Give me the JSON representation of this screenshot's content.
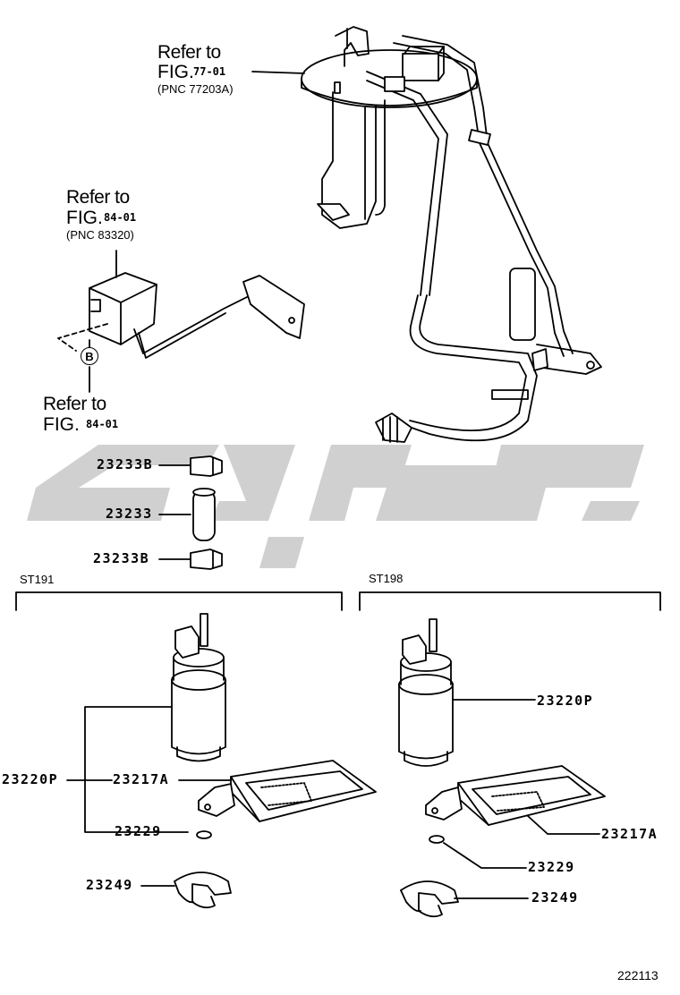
{
  "refs": {
    "top": {
      "refer": "Refer to",
      "fig": "FIG.",
      "fig_num": "77-01",
      "pnc": "(PNC 77203A)"
    },
    "sender": {
      "refer": "Refer to",
      "fig": "FIG.",
      "fig_num": "84-01",
      "pnc": "(PNC 83320)"
    },
    "b_ref": {
      "refer": "Refer to",
      "fig": "FIG.",
      "fig_num": "84-01"
    }
  },
  "circle_label": "B",
  "parts": {
    "clamp_top": "23233B",
    "hose": "23233",
    "clamp_bottom": "23233B",
    "pump_left": "23220P",
    "filter_left": "23217A",
    "washer_left": "23229",
    "cushion_left": "23249",
    "pump_right": "23220P",
    "filter_right": "23217A",
    "washer_right": "23229",
    "cushion_right": "23249"
  },
  "variants": {
    "left": "ST191",
    "right": "ST198"
  },
  "catalog_id": "222113",
  "colors": {
    "line": "#000000",
    "watermark": "#cfcfcf",
    "background": "#ffffff"
  }
}
